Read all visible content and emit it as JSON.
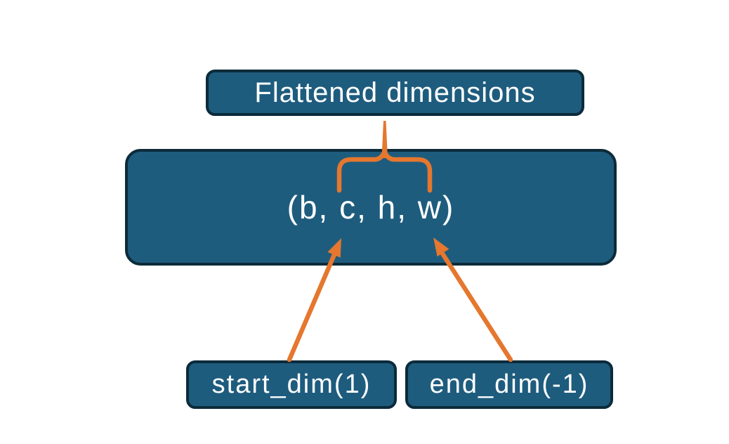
{
  "diagram": {
    "nodes": {
      "flattened": {
        "label": "Flattened dimensions"
      },
      "tensor": {
        "label": "(b, c, h, w)"
      },
      "start_dim": {
        "label": "start_dim(1)"
      },
      "end_dim": {
        "label": "end_dim(-1)"
      }
    },
    "connectors": {
      "brace": "brace-grouping-c-h-w",
      "arrow_left": "start-dim-to-c",
      "arrow_right": "end-dim-to-w"
    },
    "colors": {
      "node_fill": "#1E5C7E",
      "node_border": "#0C2B3A",
      "connector_orange": "#E5772E",
      "text": "#FFFFFF",
      "background": "#FFFFFF"
    }
  }
}
